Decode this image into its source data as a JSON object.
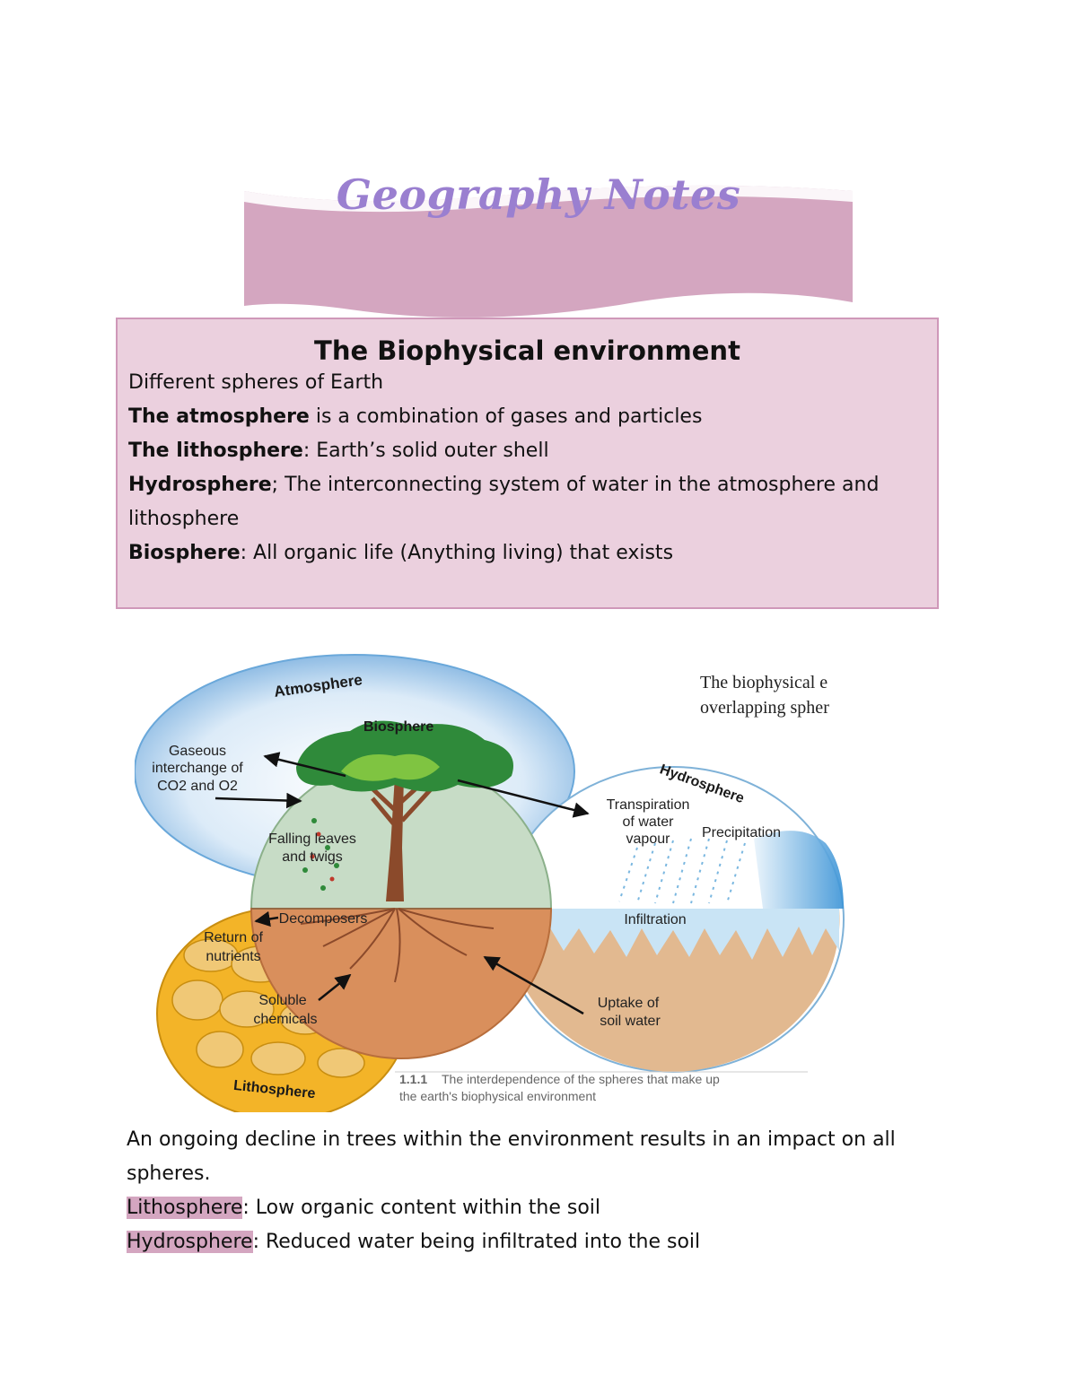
{
  "banner": {
    "title": "Geography Notes"
  },
  "notes": {
    "heading": "The Biophysical environment",
    "intro": "Different spheres of Earth",
    "items": [
      {
        "term": "The atmosphere",
        "text": " is a combination of gases and particles"
      },
      {
        "term": "The lithosphere",
        "text": ": Earth’s solid outer shell"
      },
      {
        "term": "Hydrosphere",
        "text": "; The interconnecting system of water in the atmosphere and"
      },
      {
        "term": "",
        "text": "lithosphere"
      },
      {
        "term": "Biosphere",
        "text": ":  All organic life (Anything living) that exists"
      }
    ]
  },
  "diagram": {
    "labels": {
      "atmosphere": "Atmosphere",
      "biosphere": "Biosphere",
      "hydrosphere": "Hydrosphere",
      "lithosphere": "Lithosphere",
      "gaseous_1": "Gaseous",
      "gaseous_2": "interchange of",
      "gaseous_3": "CO2 and O2",
      "falling_1": "Falling leaves",
      "falling_2": "and twigs",
      "transpiration_1": "Transpiration",
      "transpiration_2": "of water",
      "transpiration_3": "vapour",
      "precipitation": "Precipitation",
      "infiltration": "Infiltration",
      "decomposers": "Decomposers",
      "return_1": "Return of",
      "return_2": "nutrients",
      "soluble_1": "Soluble",
      "soluble_2": "chemicals",
      "uptake_1": "Uptake of",
      "uptake_2": "soil water"
    },
    "side_title_1": "The biophysical e",
    "side_title_2": "overlapping spher",
    "caption_number": "1.1.1",
    "caption_1": "The interdependence of the spheres that make up",
    "caption_2": "the earth's biophysical environment"
  },
  "bottom": {
    "line1": "An ongoing decline in trees within the environment results in an impact on all",
    "line2": "spheres.",
    "effects": [
      {
        "sphere": "Lithosphere",
        "text": ": Low organic content within the soil"
      },
      {
        "sphere": "Hydrosphere",
        "text": ": Reduced water being infiltrated into the soil"
      }
    ]
  }
}
